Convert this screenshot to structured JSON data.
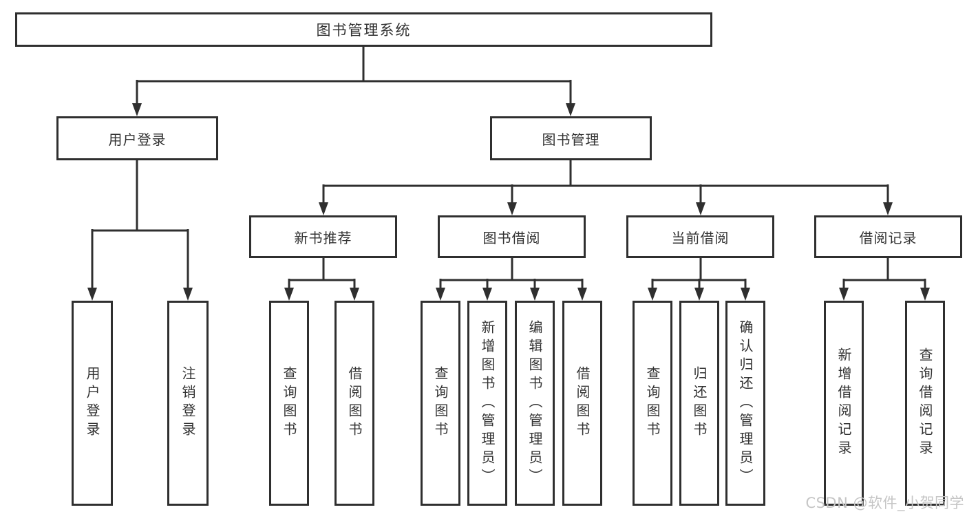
{
  "diagram": {
    "title": "图书管理系统",
    "type": "hierarchy-tree",
    "tree": {
      "label": "图书管理系统",
      "children": [
        {
          "label": "用户登录",
          "children": [
            {
              "label": "用户登录"
            },
            {
              "label": "注销登录"
            }
          ]
        },
        {
          "label": "图书管理",
          "children": [
            {
              "label": "新书推荐",
              "children": [
                {
                  "label": "查询图书"
                },
                {
                  "label": "借阅图书"
                }
              ]
            },
            {
              "label": "图书借阅",
              "children": [
                {
                  "label": "查询图书"
                },
                {
                  "label": "新增图书（管理员）"
                },
                {
                  "label": "编辑图书（管理员）"
                },
                {
                  "label": "借阅图书"
                }
              ]
            },
            {
              "label": "当前借阅",
              "children": [
                {
                  "label": "查询图书"
                },
                {
                  "label": "归还图书"
                },
                {
                  "label": "确认归还（管理员）"
                }
              ]
            },
            {
              "label": "借阅记录",
              "children": [
                {
                  "label": "新增借阅记录"
                },
                {
                  "label": "查询借阅记录"
                }
              ]
            }
          ]
        }
      ]
    },
    "watermark": "CSDN @软件_小贺同学",
    "colors": {
      "line": "#2f2f2f",
      "box_border": "#2f2f2f",
      "text": "#333333",
      "background": "#ffffff",
      "watermark": "#c6c6c6"
    }
  }
}
